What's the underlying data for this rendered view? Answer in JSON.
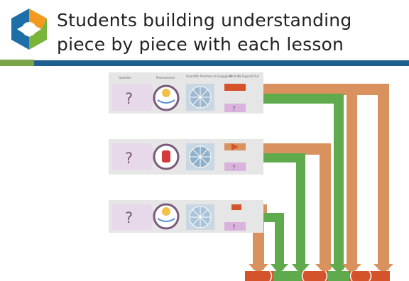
{
  "slide": {
    "title_line_1": "Students building understanding",
    "title_line_2": "piece by piece with each lesson"
  },
  "diagram": {
    "column_headers": [
      "Question",
      "Phenomenon",
      "Scientific Practices to Engage in",
      "What We Figured Out"
    ],
    "lessons": [
      {
        "question_mark": "?",
        "figured_out_mark": "?"
      },
      {
        "question_mark": "?",
        "figured_out_mark": "?"
      },
      {
        "question_mark": "?",
        "figured_out_mark": "?"
      }
    ]
  },
  "logo": {
    "icon": "cycle-logo-icon",
    "colors": [
      "#1e6fa8",
      "#f39a1e",
      "#7bb43b"
    ]
  },
  "colors": {
    "orange": "#d9925e",
    "green": "#5faa4c",
    "red": "#d4532b",
    "purple_bg": "#e7d8ea",
    "blue_rule": "#1e5f8e",
    "green_rule": "#7aa44a"
  }
}
